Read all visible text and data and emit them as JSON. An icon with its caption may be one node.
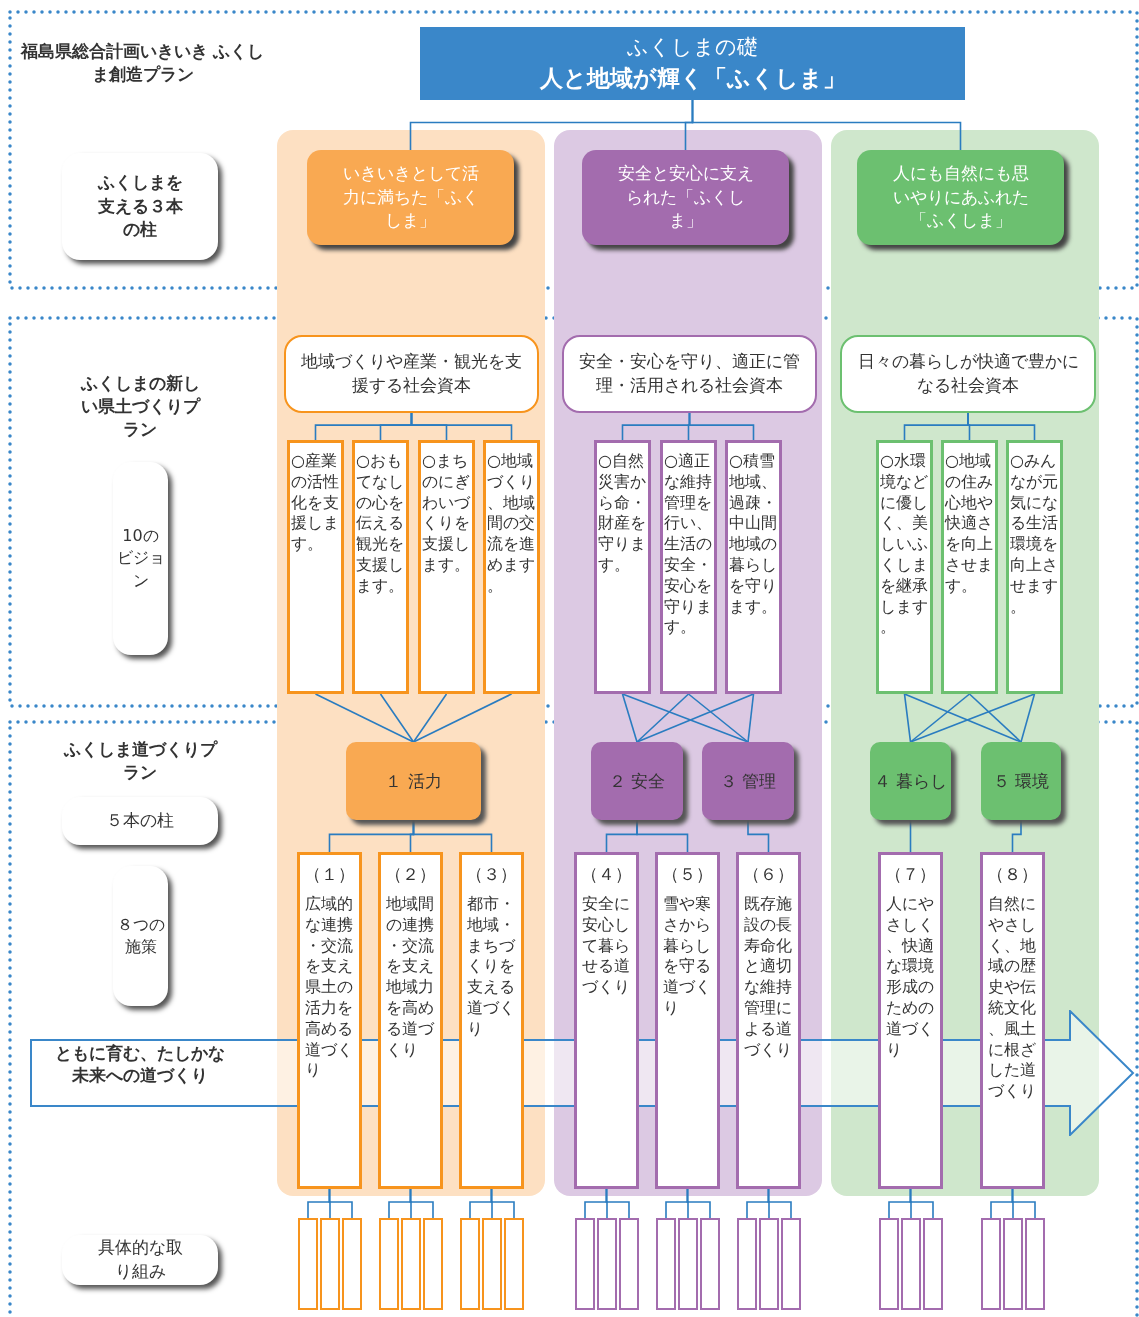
{
  "diagram": {
    "nodes": [
      {
        "text": [
          "ふくしまの礎",
          "人と地域が輝く「ふくしま」"
        ]
      },
      {
        "text": [
          "いきいきとして活力に満ちた「ふくしま」"
        ]
      },
      {
        "text": [
          "安全と安心に支えられた「ふくしま」"
        ]
      },
      {
        "text": [
          "人にも自然にも思いやりにあふれた「ふくしま」"
        ]
      },
      {
        "text": [
          "地域づくりや産業・観光を支援する社会資本"
        ]
      },
      {
        "text": [
          "安全・安心を守り、適正に管理・活用される社会資本"
        ]
      },
      {
        "text": [
          "日々の暮らしが快適で豊かになる社会資本"
        ]
      },
      {
        "text": [
          "○産業の活性化を支援します。"
        ]
      },
      {
        "text": [
          "○おもてなしの心を伝える観光を支援します。"
        ]
      },
      {
        "text": [
          "○まちのにぎわいづくりを支援します。"
        ]
      },
      {
        "text": [
          "○地域づくり、地域間の交流を進めます。"
        ]
      },
      {
        "text": [
          "○自然災害から命・財産を守ります。"
        ]
      },
      {
        "text": [
          "○適正な維持管理を行い、生活の安全・安心を守ります。"
        ]
      },
      {
        "text": [
          "○積雪地域、過疎・中山間地域の暮らしを守ります。"
        ]
      },
      {
        "text": [
          "○水環境などに優しく、美しいふくしまを継承します。"
        ]
      },
      {
        "text": [
          "○地域の住み心地や快適さを向上させます。"
        ]
      },
      {
        "text": [
          "○みんなが元気になる生活環境を向上させます。"
        ]
      },
      {
        "text": [
          "１ 活力"
        ]
      },
      {
        "text": [
          "２ 安全"
        ]
      },
      {
        "text": [
          "３ 管理"
        ]
      },
      {
        "text": [
          "４ 暮らし"
        ]
      },
      {
        "text": [
          "５ 環境"
        ]
      },
      {
        "text": [
          "（１）",
          "広域的な連携・交流を支え県土の活力を高める道づくり"
        ]
      },
      {
        "text": [
          "（２）",
          "地域間の連携・交流を支え地域力を高める道づくり"
        ]
      },
      {
        "text": [
          "（３）",
          "都市・地域・まちづくりを支える道づくり"
        ]
      },
      {
        "text": [
          "（４）",
          "安全に安心して暮らせる道づくり"
        ]
      },
      {
        "text": [
          "（５）",
          "雪や寒さから暮らしを守る道づくり"
        ]
      },
      {
        "text": [
          "（６）",
          "既存施設の長寿命化と適切な維持管理による道づくり"
        ]
      },
      {
        "text": [
          "（７）",
          "人にやさしく、快適な環境形成のための道づくり"
        ]
      },
      {
        "text": [
          "（８）",
          "自然にやさしく、地域の歴史や伝統文化、風土に根ざした道づくり"
        ]
      },
      {
        "text": [],
        "shape": "box"
      },
      {
        "text": [],
        "shape": "box"
      },
      {
        "text": [],
        "shape": "box"
      },
      {
        "text": [],
        "shape": "box"
      },
      {
        "text": [],
        "shape": "box"
      },
      {
        "text": [],
        "shape": "box"
      },
      {
        "text": [],
        "shape": "box"
      },
      {
        "text": [],
        "shape": "box"
      },
      {
        "text": [],
        "shape": "box"
      },
      {
        "text": [],
        "shape": "box"
      },
      {
        "text": [],
        "shape": "box"
      },
      {
        "text": [],
        "shape": "box"
      },
      {
        "text": [],
        "shape": "box"
      },
      {
        "text": [],
        "shape": "box"
      },
      {
        "text": [],
        "shape": "box"
      },
      {
        "text": [],
        "shape": "box"
      },
      {
        "text": [],
        "shape": "box"
      },
      {
        "text": [],
        "shape": "box"
      },
      {
        "text": [],
        "shape": "box"
      },
      {
        "text": [],
        "shape": "box"
      },
      {
        "text": [],
        "shape": "box"
      },
      {
        "text": [],
        "shape": "box"
      },
      {
        "text": [],
        "shape": "box"
      },
      {
        "text": [],
        "shape": "box"
      },
      {
        "text": [
          "ふくしまを支える３本の柱"
        ]
      },
      {
        "text": [
          "10のビジョン"
        ]
      },
      {
        "text": [
          "５本の柱"
        ]
      },
      {
        "text": [
          "８つの施策"
        ]
      },
      {
        "text": [
          "具体的な取り組み"
        ]
      },
      {
        "text": [
          "ともに育む、たしかな未来への道づくり"
        ]
      }
    ],
    "edges": [
      {
        "from": 0,
        "to": 1,
        "arrow": "none"
      },
      {
        "from": 0,
        "to": 2,
        "arrow": "none"
      },
      {
        "from": 0,
        "to": 3,
        "arrow": "none"
      },
      {
        "from": 4,
        "to": 7,
        "arrow": "none"
      },
      {
        "from": 4,
        "to": 8,
        "arrow": "none"
      },
      {
        "from": 4,
        "to": 9,
        "arrow": "none"
      },
      {
        "from": 4,
        "to": 10,
        "arrow": "none"
      },
      {
        "from": 5,
        "to": 11,
        "arrow": "none"
      },
      {
        "from": 5,
        "to": 12,
        "arrow": "none"
      },
      {
        "from": 5,
        "to": 13,
        "arrow": "none"
      },
      {
        "from": 6,
        "to": 14,
        "arrow": "none"
      },
      {
        "from": 6,
        "to": 15,
        "arrow": "none"
      },
      {
        "from": 6,
        "to": 16,
        "arrow": "none"
      },
      {
        "from": 7,
        "to": 17,
        "arrow": "none"
      },
      {
        "from": 8,
        "to": 17,
        "arrow": "none"
      },
      {
        "from": 9,
        "to": 17,
        "arrow": "none"
      },
      {
        "from": 10,
        "to": 17,
        "arrow": "none"
      },
      {
        "from": 11,
        "to": 18,
        "arrow": "none"
      },
      {
        "from": 12,
        "to": 18,
        "arrow": "none"
      },
      {
        "from": 13,
        "to": 18,
        "arrow": "none"
      },
      {
        "from": 11,
        "to": 19,
        "arrow": "none"
      },
      {
        "from": 12,
        "to": 19,
        "arrow": "none"
      },
      {
        "from": 13,
        "to": 19,
        "arrow": "none"
      },
      {
        "from": 14,
        "to": 20,
        "arrow": "none"
      },
      {
        "from": 15,
        "to": 20,
        "arrow": "none"
      },
      {
        "from": 16,
        "to": 20,
        "arrow": "none"
      },
      {
        "from": 14,
        "to": 21,
        "arrow": "none"
      },
      {
        "from": 15,
        "to": 21,
        "arrow": "none"
      },
      {
        "from": 16,
        "to": 21,
        "arrow": "none"
      },
      {
        "from": 17,
        "to": 22,
        "arrow": "none"
      },
      {
        "from": 17,
        "to": 23,
        "arrow": "none"
      },
      {
        "from": 17,
        "to": 24,
        "arrow": "none"
      },
      {
        "from": 18,
        "to": 25,
        "arrow": "none"
      },
      {
        "from": 18,
        "to": 26,
        "arrow": "none"
      },
      {
        "from": 19,
        "to": 27,
        "arrow": "none"
      },
      {
        "from": 20,
        "to": 28,
        "arrow": "none"
      },
      {
        "from": 21,
        "to": 29,
        "arrow": "none"
      },
      {
        "from": 22,
        "to": 30,
        "arrow": "none"
      },
      {
        "from": 22,
        "to": 31,
        "arrow": "none"
      },
      {
        "from": 22,
        "to": 32,
        "arrow": "none"
      },
      {
        "from": 23,
        "to": 33,
        "arrow": "none"
      },
      {
        "from": 23,
        "to": 34,
        "arrow": "none"
      },
      {
        "from": 23,
        "to": 35,
        "arrow": "none"
      },
      {
        "from": 24,
        "to": 36,
        "arrow": "none"
      },
      {
        "from": 24,
        "to": 37,
        "arrow": "none"
      },
      {
        "from": 24,
        "to": 38,
        "arrow": "none"
      },
      {
        "from": 25,
        "to": 39,
        "arrow": "none"
      },
      {
        "from": 25,
        "to": 40,
        "arrow": "none"
      },
      {
        "from": 25,
        "to": 41,
        "arrow": "none"
      },
      {
        "from": 26,
        "to": 42,
        "arrow": "none"
      },
      {
        "from": 26,
        "to": 43,
        "arrow": "none"
      },
      {
        "from": 26,
        "to": 44,
        "arrow": "none"
      },
      {
        "from": 27,
        "to": 45,
        "arrow": "none"
      },
      {
        "from": 27,
        "to": 46,
        "arrow": "none"
      },
      {
        "from": 27,
        "to": 47,
        "arrow": "none"
      },
      {
        "from": 28,
        "to": 48,
        "arrow": "none"
      },
      {
        "from": 28,
        "to": 49,
        "arrow": "none"
      },
      {
        "from": 28,
        "to": 50,
        "arrow": "none"
      },
      {
        "from": 29,
        "to": 51,
        "arrow": "none"
      },
      {
        "from": 29,
        "to": 52,
        "arrow": "none"
      },
      {
        "from": 29,
        "to": 53,
        "arrow": "none"
      }
    ],
    "labels": [
      "福島県総合計画いきいき ふくしま創造プラン",
      "ふくしまの新しい県土づくりプラン",
      "ふくしま道づくりプラン"
    ]
  }
}
